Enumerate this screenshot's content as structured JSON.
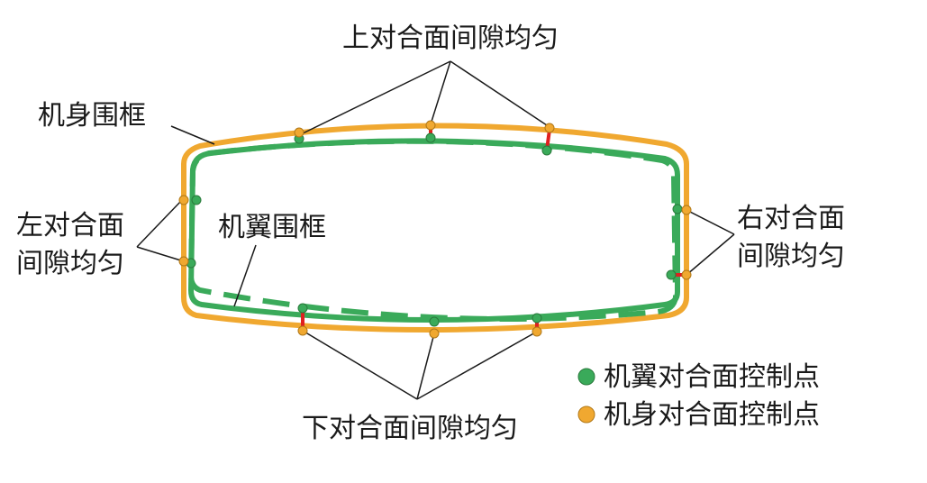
{
  "labels": {
    "top_gap": "上对合面间隙均匀",
    "fuselage_frame": "机身围框",
    "wing_frame": "机翼围框",
    "left_gap_line1": "左对合面",
    "left_gap_line2": "间隙均匀",
    "right_gap_line1": "右对合面",
    "right_gap_line2": "间隙均匀",
    "bottom_gap": "下对合面间隙均匀"
  },
  "legend": {
    "wing_points": "机翼对合面控制点",
    "fuselage_points": "机身对合面控制点"
  },
  "colors": {
    "fuselage": "#f0a830",
    "wing": "#3aaa5a",
    "gap": "#e02020",
    "leader": "#1a1a1a"
  }
}
